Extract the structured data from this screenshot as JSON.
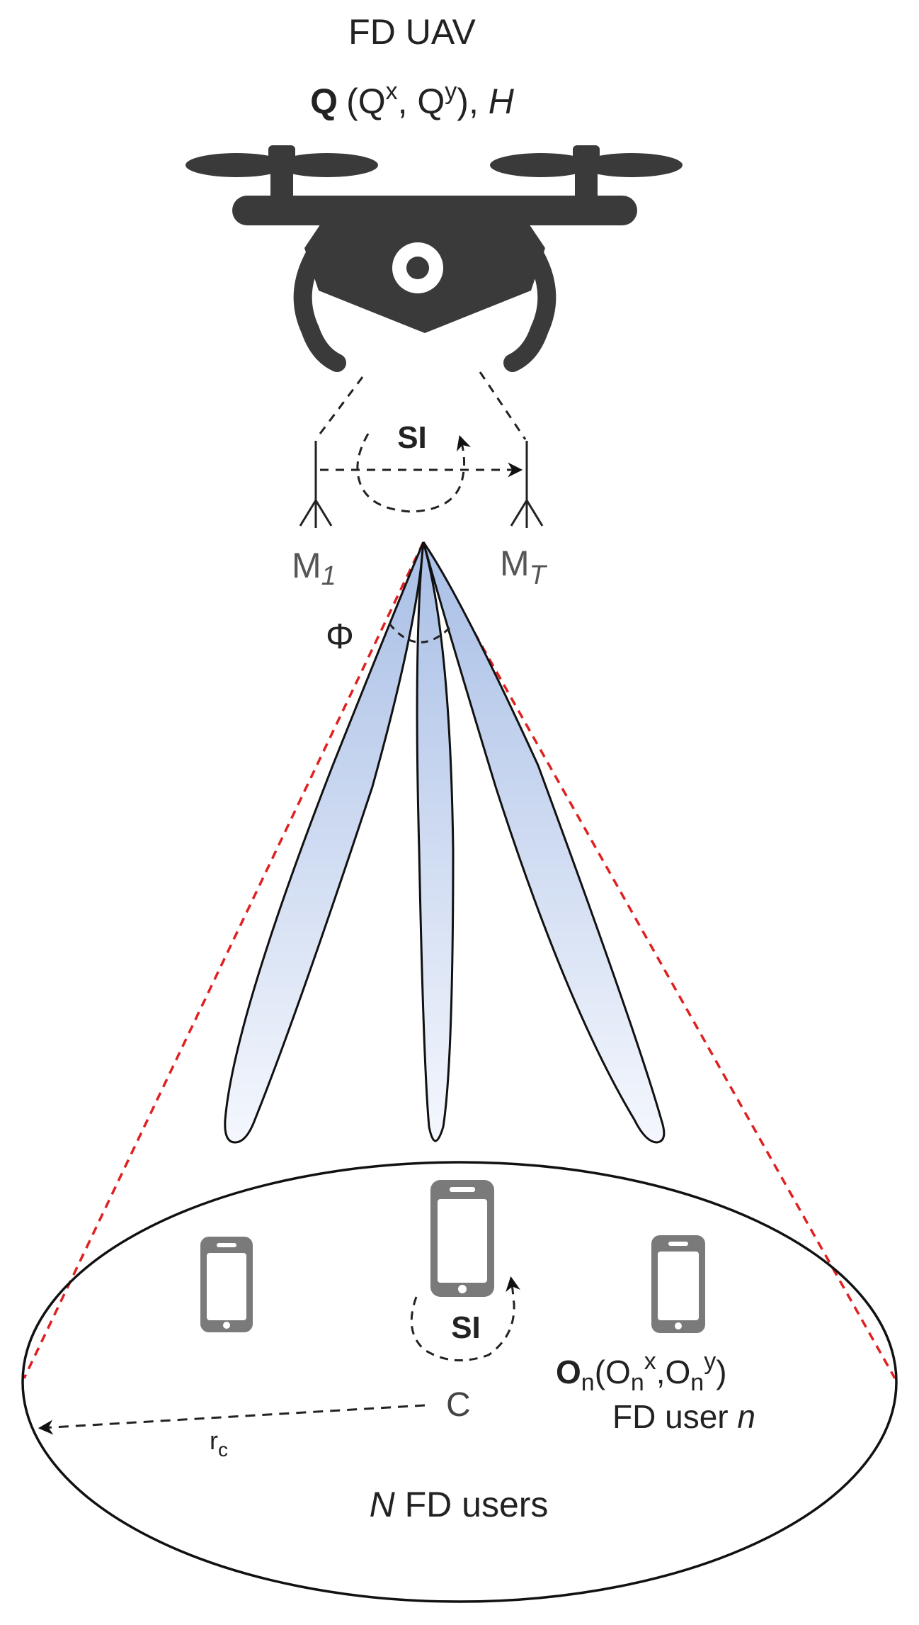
{
  "uav": {
    "title": "FD UAV",
    "position": {
      "bold": "Q",
      "open": "(Q",
      "x_sup": "x",
      "mid": ", Q",
      "y_sup": "y",
      "close": "), ",
      "height": "H"
    }
  },
  "antennas": {
    "left": {
      "base": "M",
      "sub": "1"
    },
    "right": {
      "base": "M",
      "sub": "T"
    }
  },
  "si_uav": "SI",
  "beam_angle": "Φ",
  "center_label": "C",
  "radius": {
    "base": "r",
    "sub": "c"
  },
  "si_user": "SI",
  "user_n": {
    "bold": "O",
    "sub_n": "n",
    "open": "(O",
    "sub_n2": "n",
    "x_sup": "x",
    "comma": ",O",
    "sub_n3": "n",
    "y_sup": "y",
    "close": ")",
    "line2_prefix": "FD user ",
    "line2_var": "n"
  },
  "users_label": {
    "var": "N",
    "text": " FD users"
  },
  "colors": {
    "drone": "#3a3a3a",
    "phone": "#7a7a7a",
    "coverage": "#e02020",
    "beam_top": "#a9bfe6",
    "beam_bottom": "#f4f7fd"
  }
}
